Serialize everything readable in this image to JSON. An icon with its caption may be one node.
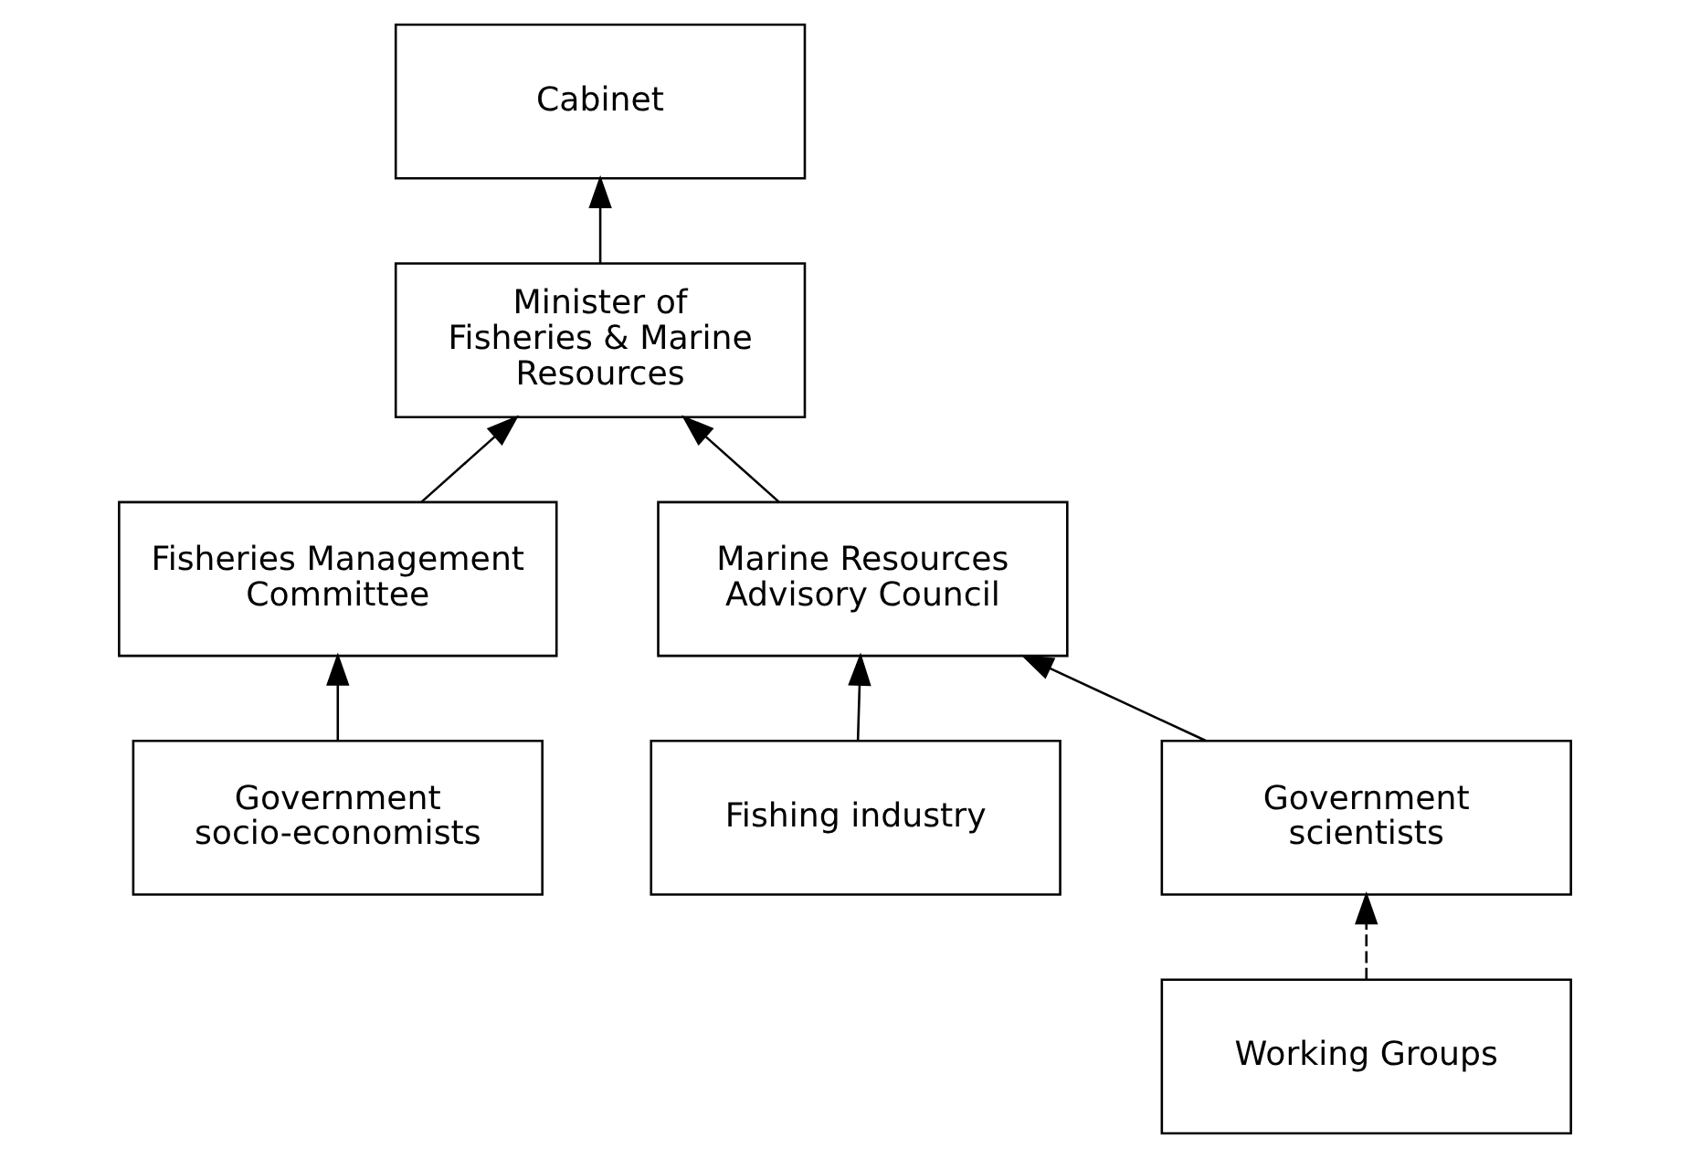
{
  "diagram": {
    "nodes": [
      {
        "text": [
          "Cabinet"
        ]
      },
      {
        "text": [
          "Minister of Fisheries & Marine Resources"
        ]
      },
      {
        "text": [
          "Fisheries Management Committee"
        ]
      },
      {
        "text": [
          "Government socio-economists"
        ]
      },
      {
        "text": [
          "Marine Resources Advisory Council"
        ]
      },
      {
        "text": [
          "Fishing industry"
        ]
      },
      {
        "text": [
          "Government scientists"
        ]
      },
      {
        "text": [
          "Working Groups"
        ]
      }
    ],
    "edges": [
      {
        "from": 1,
        "to": 0,
        "arrow": "to"
      },
      {
        "from": 2,
        "to": 1,
        "arrow": "to"
      },
      {
        "from": 3,
        "to": 2,
        "arrow": "to"
      },
      {
        "from": 4,
        "to": 1,
        "arrow": "to"
      },
      {
        "from": 5,
        "to": 4,
        "arrow": "to"
      },
      {
        "from": 6,
        "to": 4,
        "arrow": "to"
      },
      {
        "from": 7,
        "to": 6,
        "arrow": "to",
        "style": "dashed"
      }
    ]
  }
}
